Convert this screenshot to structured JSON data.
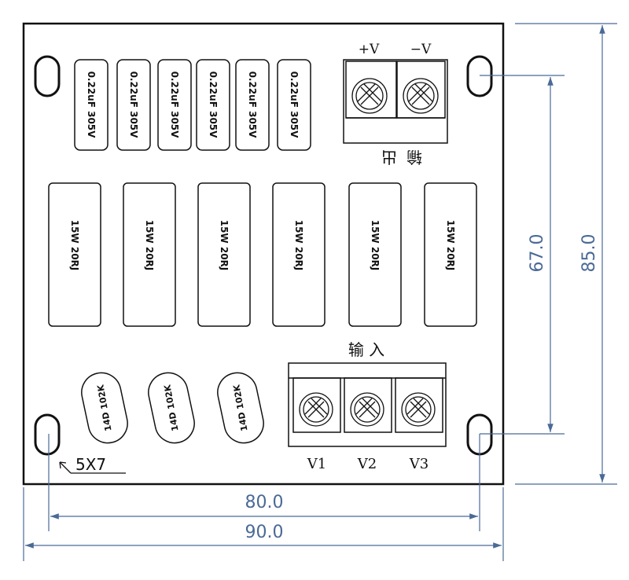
{
  "board": {
    "capacitors": [
      "0.22uF 305V",
      "0.22uF 305V",
      "0.22uF 305V",
      "0.22uF 305V",
      "0.22uF 305V",
      "0.22uF 305V"
    ],
    "resistors": [
      "15W 20RJ",
      "15W 20RJ",
      "15W 20RJ",
      "15W 20RJ",
      "15W 20RJ",
      "15W 20RJ"
    ],
    "varistors": [
      "14D 102K",
      "14D 102K",
      "14D 102K"
    ],
    "output_terminal": {
      "label": "输出",
      "pins": [
        "+V",
        "−V"
      ]
    },
    "input_terminal": {
      "label": "输 入",
      "pins": [
        "V1",
        "V2",
        "V3"
      ]
    },
    "hole_note": "5X7"
  },
  "dimensions": {
    "hole_spacing_horizontal": "80.0",
    "board_width": "90.0",
    "hole_spacing_vertical": "67.0",
    "board_height": "85.0"
  },
  "colors": {
    "dimension": "#4a6a96",
    "outline": "#111111"
  }
}
